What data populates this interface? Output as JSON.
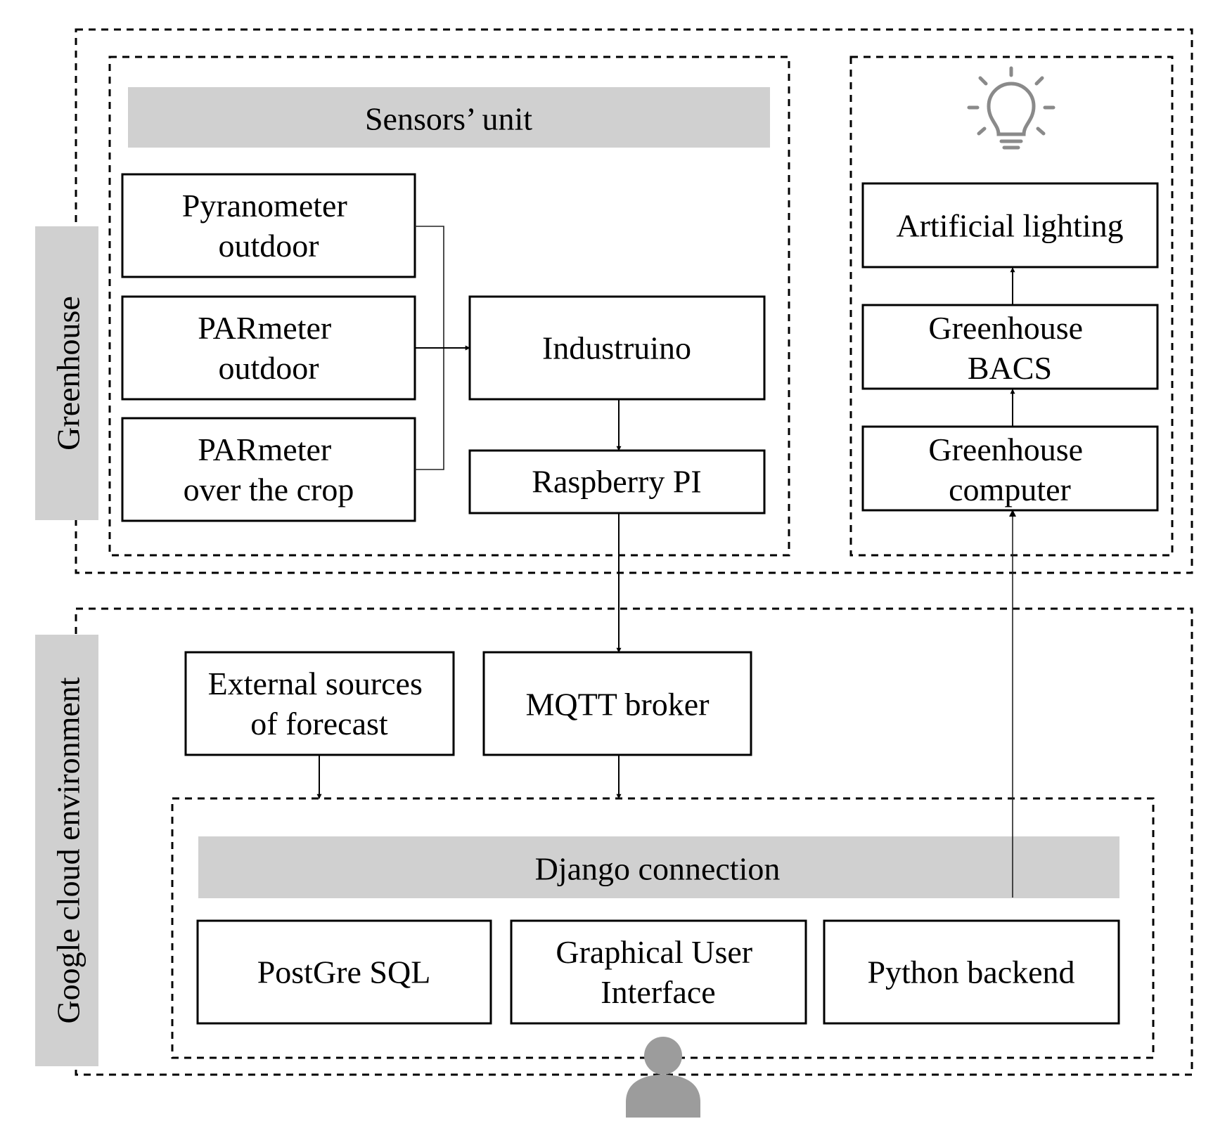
{
  "regions": {
    "greenhouse": "Greenhouse",
    "cloud": "Google cloud environment"
  },
  "sensors": {
    "header": "Sensors’ unit",
    "pyranometer": [
      "Pyranometer",
      "outdoor"
    ],
    "par_outdoor": [
      "PARmeter",
      "outdoor"
    ],
    "par_crop": [
      "PARmeter",
      "over the crop"
    ],
    "industruino": "Industruino",
    "raspberry": "Raspberry PI"
  },
  "lighting": {
    "icon": "lightbulb-icon",
    "artificial_lighting": "Artificial lighting",
    "bacs": [
      "Greenhouse",
      "BACS"
    ],
    "computer": [
      "Greenhouse",
      "computer"
    ]
  },
  "cloud": {
    "external": [
      "External sources",
      "of forecast"
    ],
    "mqtt": "MQTT broker",
    "django_header": "Django connection",
    "postgres": "PostGre SQL",
    "gui": [
      "Graphical User",
      "Interface"
    ],
    "python": "Python backend"
  },
  "user_icon": "user-icon",
  "colors": {
    "band": "#d0d0d0",
    "icon": "#8a8a8a",
    "person": "#9c9c9c"
  }
}
